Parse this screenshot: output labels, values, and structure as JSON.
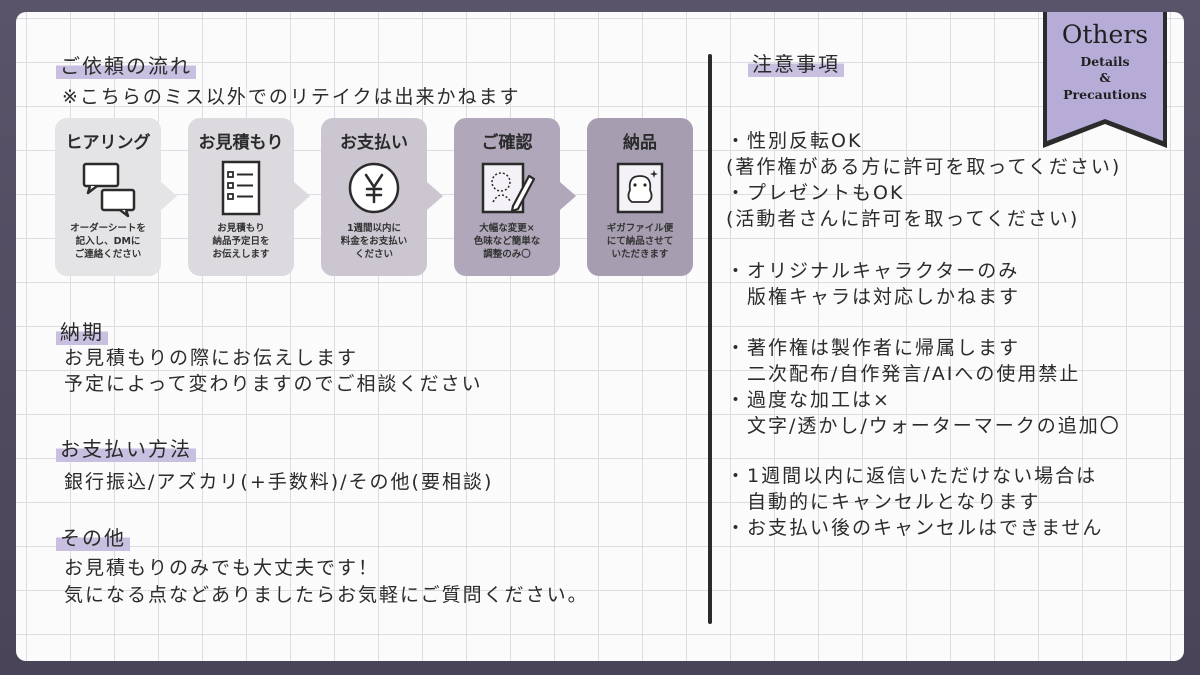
{
  "ribbon": {
    "title": "Others",
    "line1": "Details",
    "line2": "&",
    "line3": "Precautions"
  },
  "flow": {
    "heading": "ご依頼の流れ",
    "note": "※こちらのミス以外でのリテイクは出来かねます",
    "steps": [
      {
        "title": "ヒアリング",
        "desc": "オーダーシートを\n記入し、DMに\nご連絡ください",
        "icon": "chat-bubbles-icon"
      },
      {
        "title": "お見積もり",
        "desc": "お見積もり\n納品予定日を\nお伝えします",
        "icon": "checklist-icon"
      },
      {
        "title": "お支払い",
        "desc": "1週間以内に\n料金をお支払い\nください",
        "icon": "yen-coin-icon"
      },
      {
        "title": "ご確認",
        "desc": "大幅な変更×\n色味など簡単な\n調整のみ〇",
        "icon": "sketch-pencil-icon"
      },
      {
        "title": "納品",
        "desc": "ギガファイル便\nにて納品させて\nいただきます",
        "icon": "picture-icon"
      }
    ],
    "colors": [
      "#e4e4e6",
      "#dcdadf",
      "#cbc6d0",
      "#b0a8ba",
      "#a69eb0"
    ]
  },
  "delivery": {
    "heading": "納期",
    "lines": [
      "お見積もりの際にお伝えします",
      "予定によって変わりますのでご相談ください"
    ]
  },
  "payment": {
    "heading": "お支払い方法",
    "lines": [
      "銀行振込/アズカリ(+手数料)/その他(要相談)"
    ]
  },
  "other": {
    "heading": "その他",
    "lines": [
      "お見積もりのみでも大丈夫です！",
      "気になる点などありましたらお気軽にご質問ください。"
    ]
  },
  "notes": {
    "heading": "注意事項",
    "lines": [
      "・性別反転OK",
      "(著作権がある方に許可を取ってください)",
      "・プレゼントもOK",
      "(活動者さんに許可を取ってください)",
      "・オリジナルキャラクターのみ",
      "　版権キャラは対応しかねます",
      "・著作権は製作者に帰属します",
      "　二次配布/自作発言/AIへの使用禁止",
      "・過度な加工は×",
      "　文字/透かし/ウォーターマークの追加〇",
      "・1週間以内に返信いただけない場合は",
      "　自動的にキャンセルとなります",
      "・お支払い後のキャンセルはできません"
    ]
  },
  "accent": "#c9bfe0",
  "ribbon_color": "#b7acd8"
}
